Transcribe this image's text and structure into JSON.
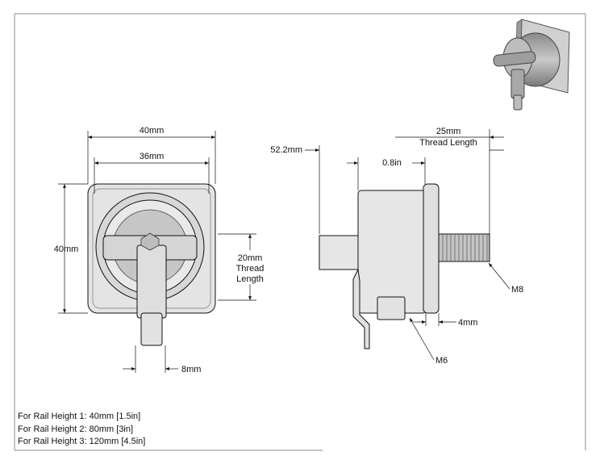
{
  "front_view": {
    "width_outer": "40mm",
    "width_inner": "36mm",
    "height": "40mm",
    "thread_value": "20mm",
    "thread_word": "Thread",
    "length_word": "Length",
    "handle_width": "8mm"
  },
  "side_view": {
    "overall_length": "52.2mm",
    "gap": "0.8in",
    "thread_value": "25mm",
    "thread_label": "Thread Length",
    "small_offset": "4mm",
    "thread_large": "M8",
    "thread_small": "M6"
  },
  "notes": [
    "For Rail Height 1: 40mm [1.5in]",
    "For Rail Height 2: 80mm [3in]",
    "For Rail Height 3: 120mm [4.5in]"
  ],
  "colors": {
    "fill_light": "#e3e3e3",
    "fill_mid": "#cfcfcf",
    "fill_dark": "#b5b5b5",
    "line": "#111111"
  }
}
